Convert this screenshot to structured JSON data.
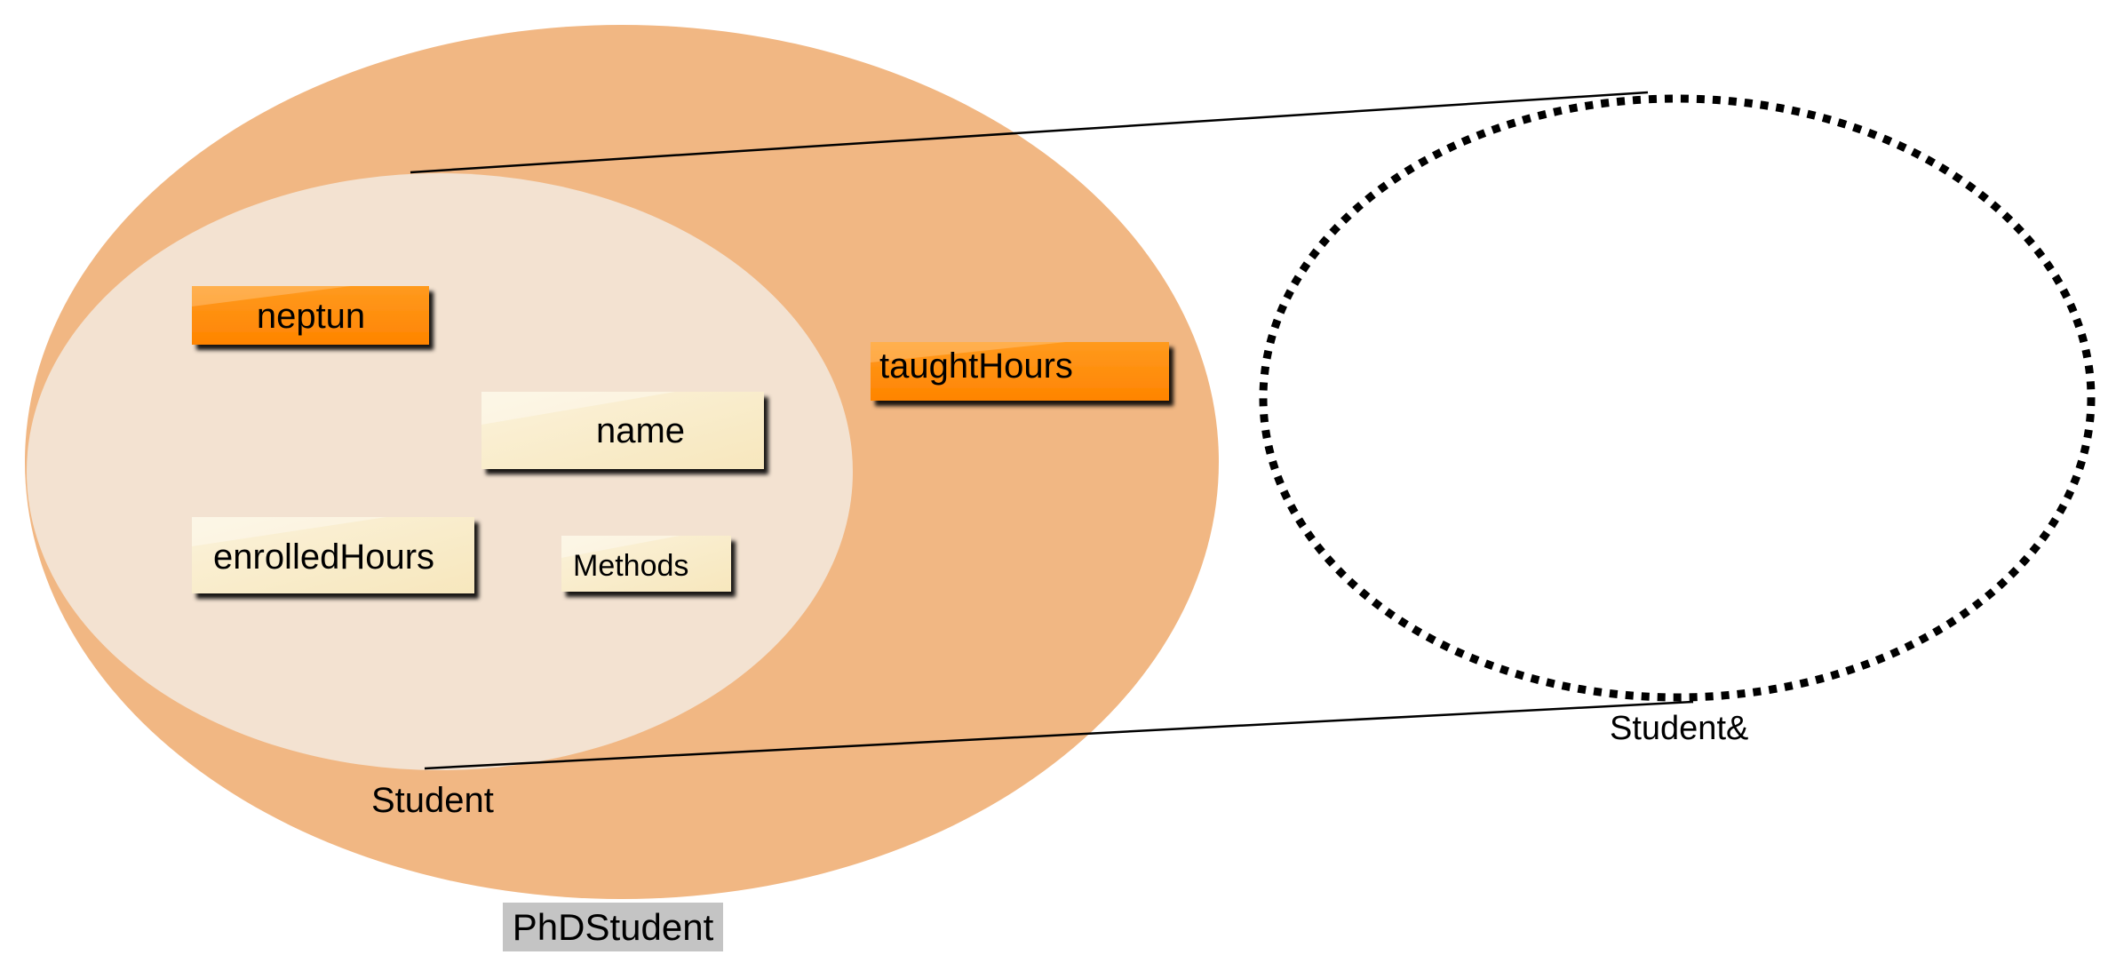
{
  "diagram": {
    "outer_class_label": "PhDStudent",
    "inner_class_label": "Student",
    "reference_label": "Student&",
    "fields": {
      "neptun": "neptun",
      "name": "name",
      "enrolled_hours": "enrolledHours",
      "methods": "Methods",
      "taught_hours": "taughtHours"
    }
  },
  "colors": {
    "outer_fill": "#f1b783",
    "inner_fill": "#f3e2d1",
    "orange_box": "#ff8a00",
    "cream_box": "#f8eac4",
    "label_bg": "#c4c4c4",
    "line": "#000000"
  }
}
